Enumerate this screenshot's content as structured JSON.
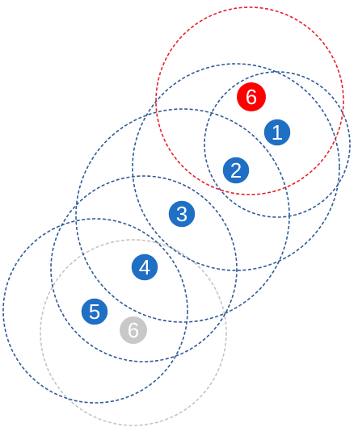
{
  "colors": {
    "blue": "#1f6fc5",
    "blue_ring": "#2e5a98",
    "red": "#ff0000",
    "red_ring": "#e8202a",
    "gray": "#c8c8c8",
    "gray_ring": "#c4c4c4",
    "label_on_dark": "#ffffff",
    "label_on_gray": "#ffffff"
  },
  "nodes": [
    {
      "id": "1",
      "label": "1",
      "color_key": "blue"
    },
    {
      "id": "2",
      "label": "2",
      "color_key": "blue"
    },
    {
      "id": "3",
      "label": "3",
      "color_key": "blue"
    },
    {
      "id": "4",
      "label": "4",
      "color_key": "blue"
    },
    {
      "id": "5",
      "label": "5",
      "color_key": "blue"
    },
    {
      "id": "6-red",
      "label": "6",
      "color_key": "red"
    },
    {
      "id": "6-gray",
      "label": "6",
      "color_key": "gray"
    }
  ]
}
